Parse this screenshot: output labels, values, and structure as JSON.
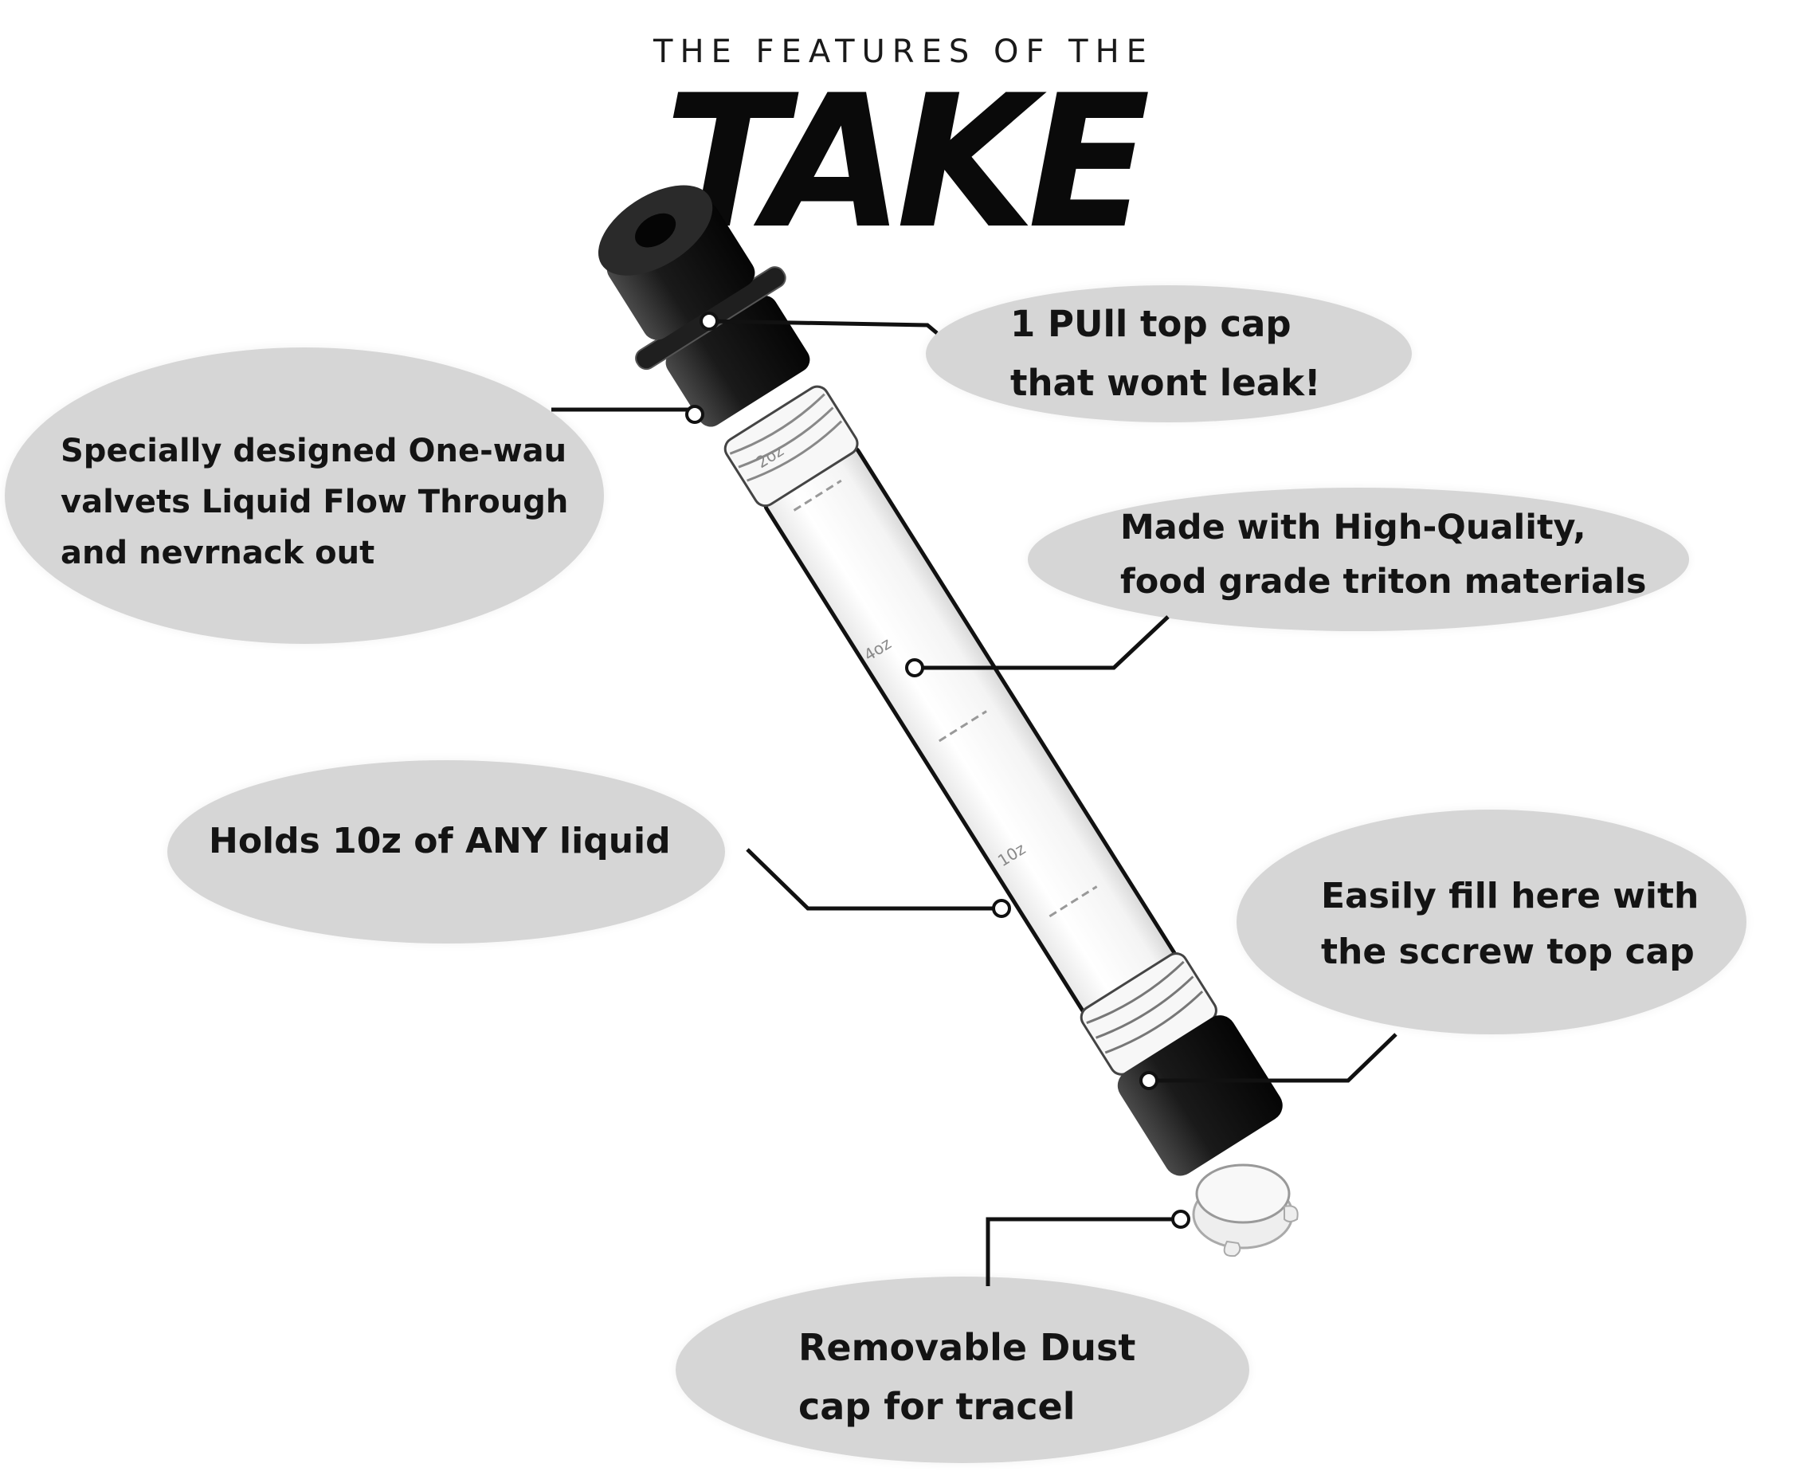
{
  "header": {
    "subtitle": "THE FEATURES OF THE",
    "title": "TAKE"
  },
  "callouts": {
    "top_cap": "1 PUll top cap\nthat wont leak!",
    "valve": "Specially designed One-wau\nvalvets Liquid Flow Through\nand nevrnack out",
    "materials": "Made with High-Quality,\nfood grade triton materials",
    "capacity": "Holds 10z of ANY liquid",
    "fill": "Easily fill here with\nthe sccrew top cap",
    "dust_cap": "Removable Dust\ncap for tracel"
  },
  "tube_markings": [
    "2oz",
    "4oz",
    "10z"
  ],
  "colors": {
    "bubble": "#d6d6d6",
    "cap": "#1b1b1b",
    "line": "#111111"
  }
}
